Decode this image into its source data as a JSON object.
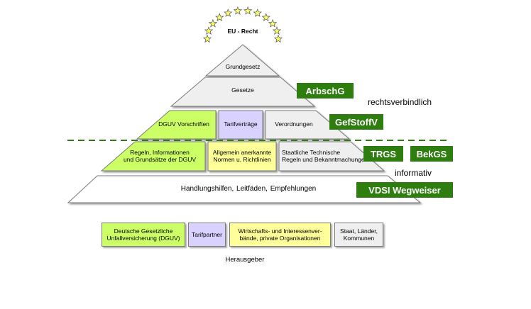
{
  "top": {
    "eu_recht": "EU - Recht",
    "star_count": 12
  },
  "pyramid": {
    "grundgesetz": "Grundgesetz",
    "gesetze": "Gesetze",
    "row3": {
      "dguv_vorschriften": "DGUV Vorschriften",
      "tarifvertraege": "Tarifverträge",
      "verordnungen": "Verordnungen"
    },
    "row4": {
      "regeln_line1": "Regeln, Informationen",
      "regeln_line2": "und Grundsätze der DGUV",
      "normen_line1": "Allgemein anerkannte",
      "normen_line2": "Normen u. Richtlinien",
      "staatlich_line1": "Staatliche Technische",
      "staatlich_line2": "Regeln und Bekanntmachungen"
    },
    "base": "Handlungshilfen,  Leitfäden,  Empfehlungen"
  },
  "badges": {
    "arbschg": "ArbschG",
    "gefstoffv": "GefStoffV",
    "trgs": "TRGS",
    "bekgs": "BekGS",
    "vdsi": "VDSI Wegweiser"
  },
  "labels": {
    "rechtsverbindlich": "rechtsverbindlich",
    "informativ": "informativ"
  },
  "herausgeber": {
    "dguv_line1": "Deutsche Gesetzliche",
    "dguv_line2": "Unfallversicherung (DGUV)",
    "tarifpartner": "Tarifpartner",
    "wirtschaft_line1": "Wirtschafts- und Interessenver-",
    "wirtschaft_line2": "bände, private Organisationen",
    "staat_line1": "Staat, Länder,",
    "staat_line2": "Kommunen",
    "caption": "Herausgeber"
  },
  "colors": {
    "green_badge": "#2e7d0f",
    "light_green": "#ccff66",
    "lavender": "#d9d2ff",
    "yellow": "#ffff99",
    "gray": "#efefef",
    "star": "#ffff66"
  }
}
